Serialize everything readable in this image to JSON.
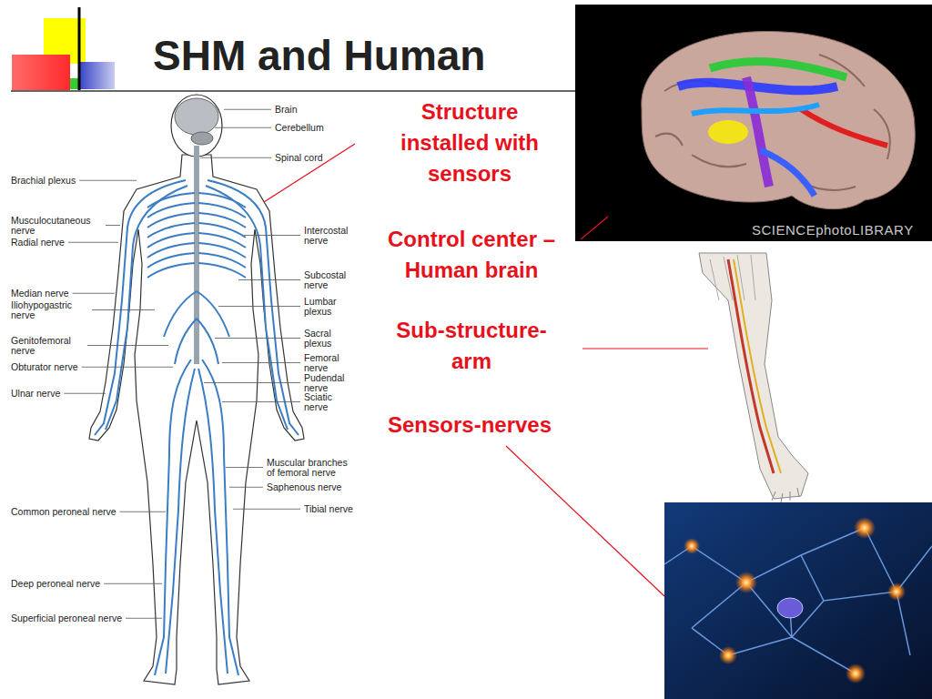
{
  "diagram": {
    "title": "SHM and Human",
    "labels": [
      "Brain",
      "Cerebellum",
      "Spinal cord",
      "Brachial plexus",
      "Musculocutaneous nerve",
      "Radial nerve",
      "Intercostal nerve",
      "Subcostal nerve",
      "Median nerve",
      "Lumbar plexus",
      "Iliohypogastric nerve",
      "Sacral plexus",
      "Genitofemoral nerve",
      "Femoral nerve",
      "Obturator nerve",
      "Pudendal nerve",
      "Ulnar nerve",
      "Sciatic nerve",
      "Muscular branches of femoral nerve",
      "Saphenous nerve",
      "Tibial nerve",
      "Common peroneal nerve",
      "Deep peroneal nerve",
      "Superficial peroneal nerve",
      "Structure installed with sensors",
      "Control center – Human brain",
      "Sub-structure- arm",
      "Sensors-nerves",
      "SCIENCEphotoLIBRARY"
    ]
  }
}
